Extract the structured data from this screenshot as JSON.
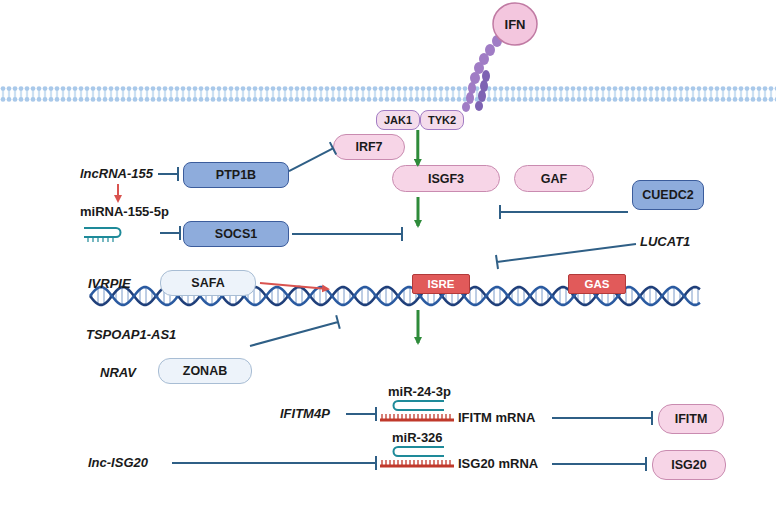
{
  "diagram": {
    "nodes": [
      {
        "text": [
          "IFN"
        ]
      },
      {
        "text": [
          "JAK1"
        ]
      },
      {
        "text": [
          "TYK2"
        ]
      },
      {
        "text": [
          "IRF7"
        ]
      },
      {
        "text": [
          "PTP1B"
        ]
      },
      {
        "text": [
          "ISGF3"
        ]
      },
      {
        "text": [
          "GAF"
        ]
      },
      {
        "text": [
          "CUEDC2"
        ]
      },
      {
        "text": [
          "SOCS1"
        ]
      },
      {
        "text": [
          "SAFA"
        ]
      },
      {
        "text": [
          "ISRE"
        ]
      },
      {
        "text": [
          "GAS"
        ]
      },
      {
        "text": [
          "ZONAB"
        ]
      },
      {
        "text": [
          "IFITM"
        ]
      },
      {
        "text": [
          "ISG20"
        ]
      }
    ],
    "edges": [
      {
        "from": 4,
        "to": 3,
        "arrow": "to"
      },
      {
        "from": 1,
        "to": 5,
        "arrow": "to"
      }
    ],
    "labels": [
      "lncRNA-155",
      "miRNA-155-5p",
      "LUCAT1",
      "IVRPIE",
      "TSPOAP1-AS1",
      "NRAV",
      "miR-24-3p",
      "IFITM4P",
      "IFITM mRNA",
      "miR-326",
      "lnc-ISG20",
      "ISG20 mRNA"
    ]
  }
}
